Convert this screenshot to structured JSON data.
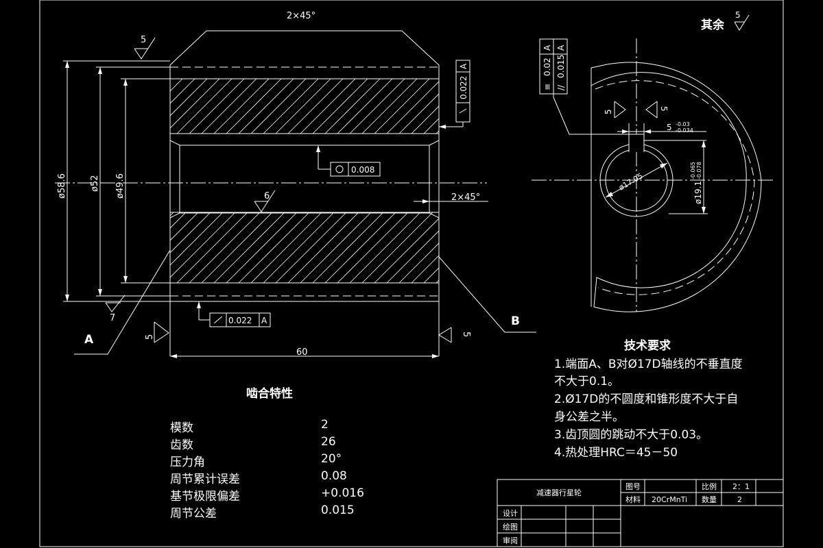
{
  "drawing": {
    "title": "减速器行星轮",
    "surface_finish": {
      "label": "其余",
      "value": "5"
    },
    "top_chamfer": "2×45°",
    "bore_chamfer": "2×45°",
    "dimensions": {
      "outer_dia": "ø58.6",
      "pitch_dia": "ø52",
      "root_dia": "ø49.6",
      "length": "60",
      "key_width": "5",
      "key_width_tol_upper": "-0.03",
      "key_width_tol_lower": "-0.034",
      "hub_depth": "ø19.1",
      "hub_depth_tol_upper": "-0.065",
      "hub_depth_tol_lower": "-0.078",
      "bore": "ø17.05"
    },
    "roughness": {
      "top": "5",
      "mid": "6",
      "bottom_left": "7",
      "end_left": "5",
      "end_right": "5",
      "key_left": "5",
      "key_right": "5"
    },
    "tolerances": {
      "runout_top": {
        "value": "0.022",
        "datum": "A"
      },
      "cylindricity": {
        "value": "0.008"
      },
      "runout_bottom": {
        "value": "0.022",
        "datum": "A"
      },
      "symmetry": {
        "value": "0.02",
        "datum": "A"
      },
      "parallel": {
        "value": "0.015",
        "datum": "A"
      }
    },
    "datum_labels": {
      "a": "A",
      "b": "B"
    }
  },
  "mesh": {
    "title": "啮合特性",
    "rows": [
      {
        "name": "模数",
        "value": "2"
      },
      {
        "name": "齿数",
        "value": "26"
      },
      {
        "name": "压力角",
        "value": "20°"
      },
      {
        "name": "周节累计误差",
        "value": "0.08"
      },
      {
        "name": "基节极限偏差",
        "value": "+0.016"
      },
      {
        "name": "周节公差",
        "value": "0.015"
      }
    ]
  },
  "tech": {
    "title": "技术要求",
    "lines": [
      "1.端面A、B对Ø17D轴线的不垂直度",
      "不大于0.1。",
      "2.Ø17D的不圆度和锥形度不大于自",
      "身公差之半。",
      "3.齿顶圆的跳动不大于0.03。",
      "4.热处理HRC＝45－50"
    ]
  },
  "title_block": {
    "part_name": "减速器行星轮",
    "drawing_no_label": "图号",
    "material_label": "材料",
    "material": "20CrMnTi",
    "scale_label": "比例",
    "scale": "2：1",
    "qty_label": "数量",
    "qty": "2",
    "design_label": "设计",
    "draw_label": "绘图",
    "review_label": "审阅"
  }
}
